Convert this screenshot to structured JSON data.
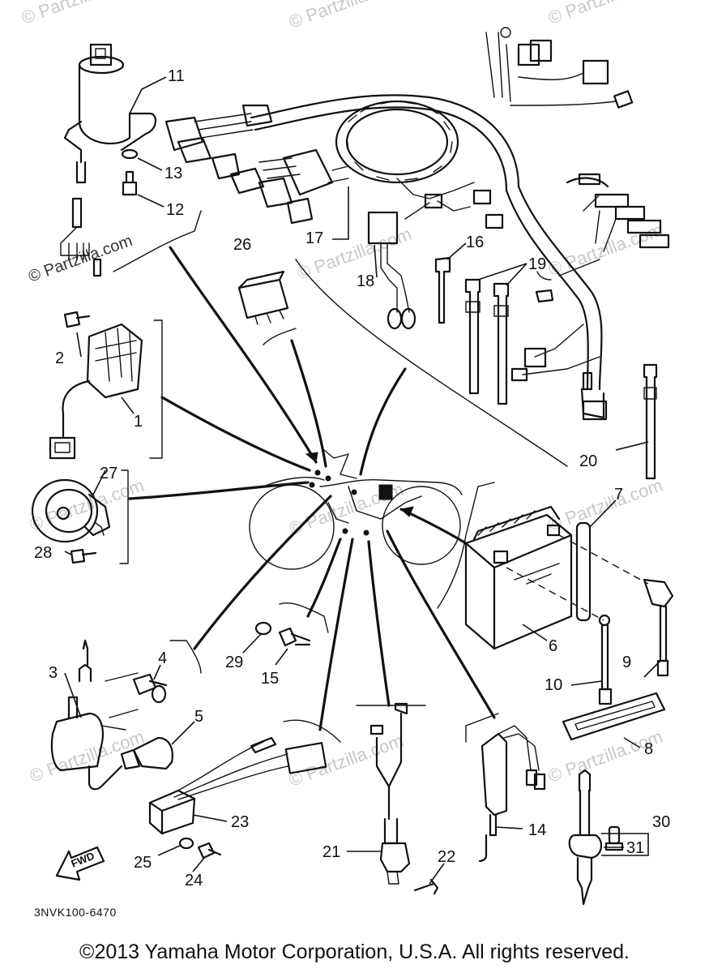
{
  "watermark": "© Partzilla.com",
  "diagram_code": "3NVK100-6470",
  "fwd_label": "FWD",
  "copyright": "©2013  Yamaha Motor Corporation, U.S.A. All rights reserved.",
  "part_numbers": [
    "1",
    "2",
    "3",
    "4",
    "5",
    "6",
    "7",
    "8",
    "9",
    "10",
    "11",
    "12",
    "13",
    "14",
    "15",
    "16",
    "17",
    "18",
    "19",
    "20",
    "21",
    "22",
    "23",
    "24",
    "25",
    "26",
    "27",
    "28",
    "29",
    "30",
    "31"
  ],
  "parts": {
    "rectifier_regulator": "1",
    "bolt_rectifier": "2",
    "ignition_coil": "3",
    "screw_coil": "4",
    "spark_plug_cap": "5",
    "battery": "6",
    "breather_pipe": "7",
    "battery_band": "8",
    "battery_lead_positive": "9",
    "battery_lead_negative": "10",
    "main_switch": "11",
    "bolt_main_switch": "12",
    "washer_main_switch": "13",
    "lead_14": "14",
    "bolt_15": "15",
    "band_16": "16",
    "wire_harness": "17",
    "relay_18": "18",
    "band_19": "19",
    "band_20": "20",
    "sensor_21": "21",
    "screw_22": "22",
    "cdi_unit": "23",
    "bolt_24": "24",
    "washer_25": "25",
    "flasher_relay": "26",
    "horn": "27",
    "bolt_horn": "28",
    "washer_29": "29",
    "starter_relay": "30",
    "fuse": "31"
  }
}
